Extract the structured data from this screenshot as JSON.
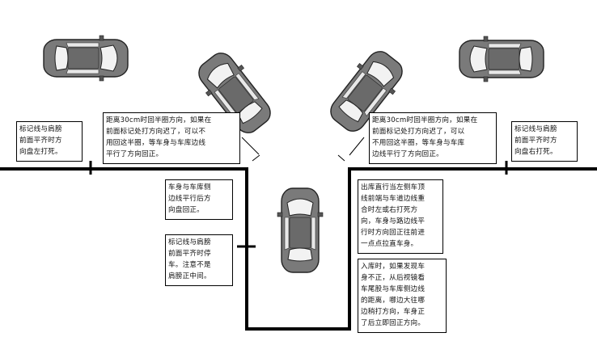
{
  "colors": {
    "line": "#000000",
    "car_body": "#7a7a7a",
    "car_glass": "#f2f2f2",
    "car_outline": "#222222"
  },
  "notes": {
    "left_mark": "标记线与肩膀\n前面平齐时方\n向盘左打死。",
    "right_mark": "标记线与肩膀\n前面平齐时方\n向盘右打死。",
    "left_angle": "距离30cm时回半圈方向，如果在\n前面标记处打方向迟了，可以不\n用回这半圈，等车身与车库边线\n平行了方向回正。",
    "right_angle": "距离30cm时回半圈方向，如果在\n前面标记处打方向迟了，可以\n不用回这半圈，等车身与车库\n边线平行了方向回正。",
    "body_parallel": "车身与车库侧\n边线平行后方\n向盘回正。",
    "stop_mark": "标记线与肩膀\n前面平齐时停\n车。注意不是\n肩膀正中间。",
    "exit_garage": "出库直行当左侧车顶\n线前端与车道边线重\n合时左或右打死方\n向，车身与路边线平\n行时方向回正往前进\n一点点拉直车身。",
    "enter_adjust": "入库时，如果发现车\n身不正，从后视镜看\n车尾股与车库侧边线\n的距离，哪边大往哪\n边稍打方向，车身正\n了后立即回正方向。"
  }
}
